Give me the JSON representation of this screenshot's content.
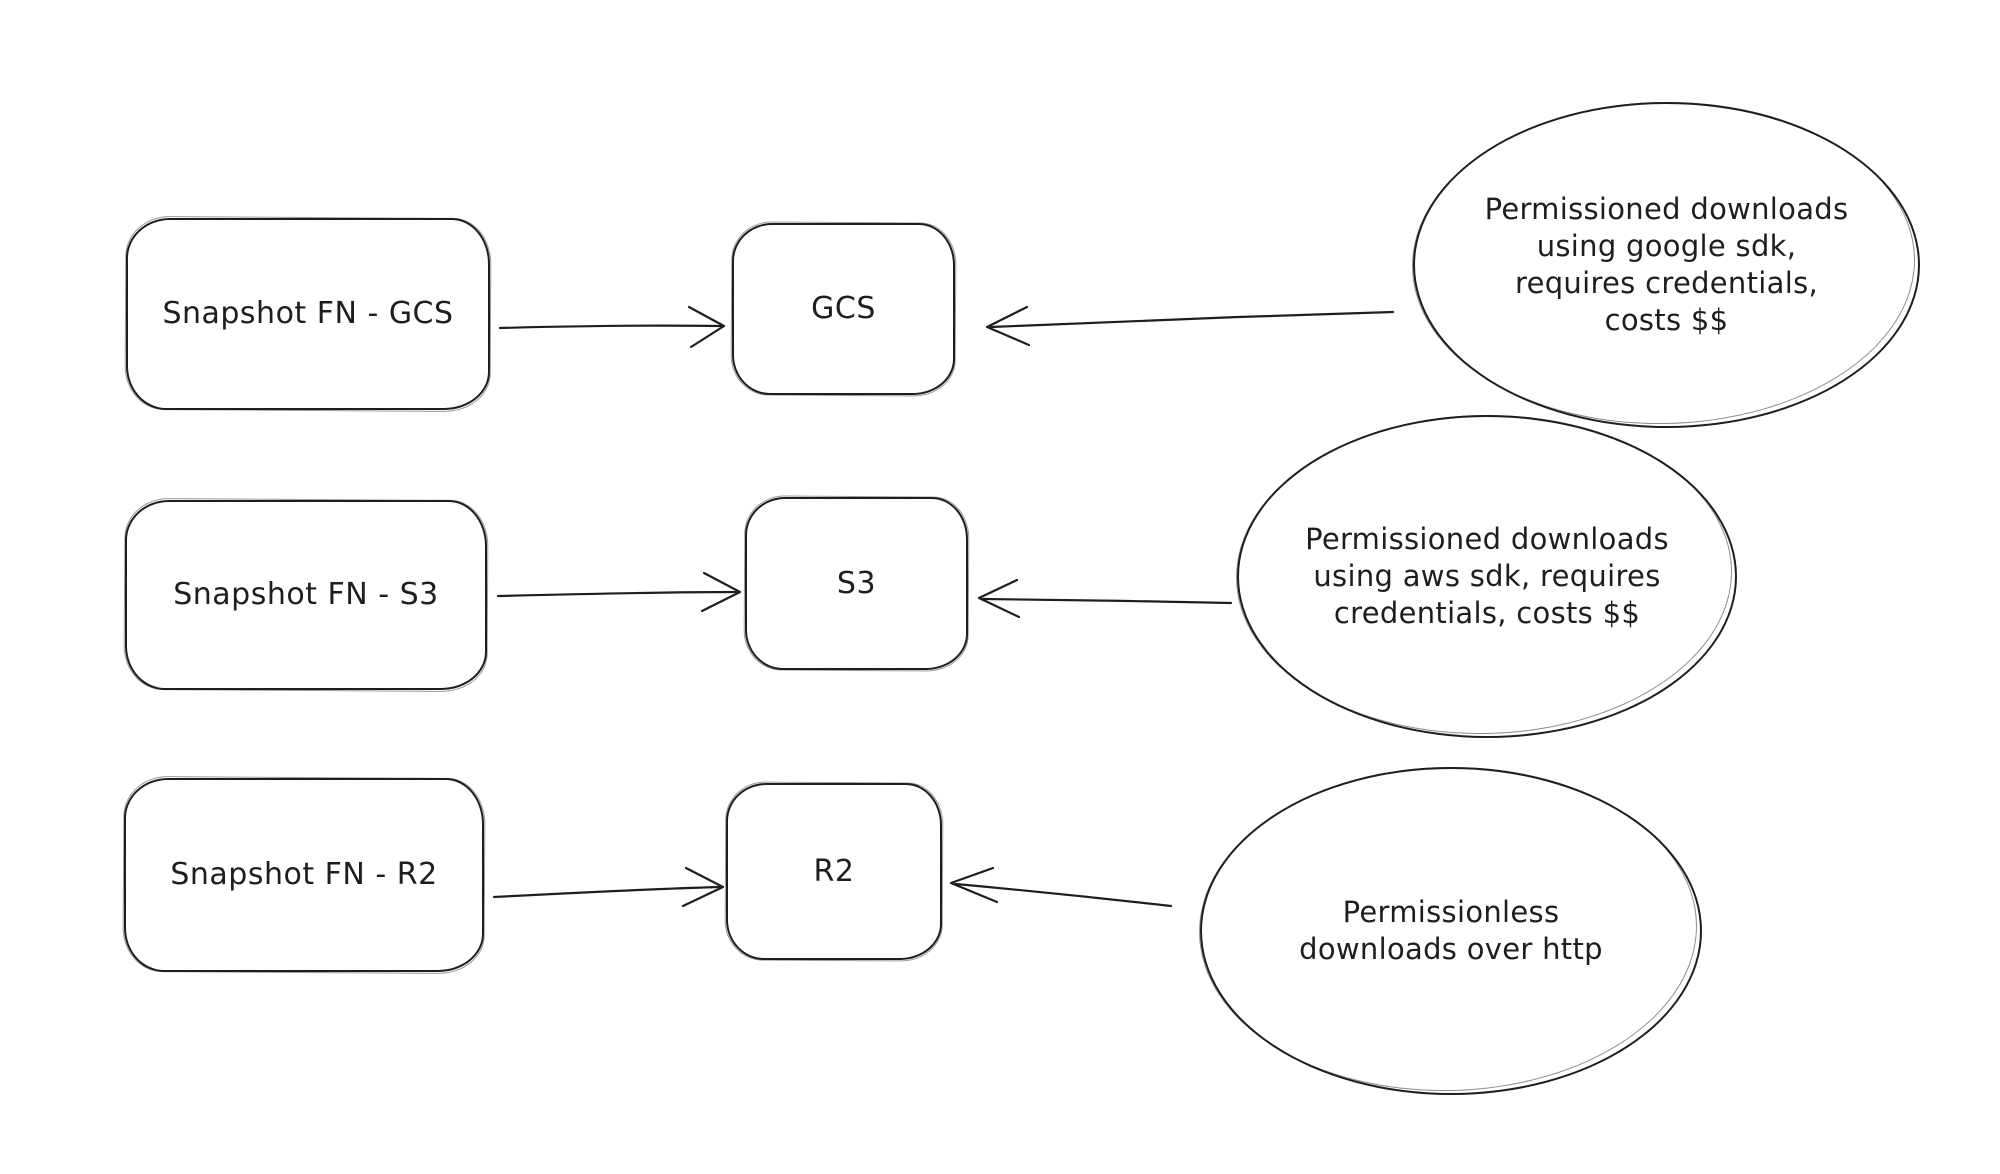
{
  "canvas": {
    "background": "#ffffff",
    "stroke_color": "#1e1e1e",
    "text_color": "#1e1e1e",
    "style": "hand-drawn whiteboard diagram"
  },
  "rows": [
    {
      "source": {
        "label": "Snapshot FN - GCS"
      },
      "target": {
        "label": "GCS"
      },
      "note": {
        "text": "Permissioned downloads\nusing google sdk,\nrequires credentials,\ncosts $$"
      }
    },
    {
      "source": {
        "label": "Snapshot FN - S3"
      },
      "target": {
        "label": "S3"
      },
      "note": {
        "text": "Permissioned downloads\nusing aws sdk, requires\ncredentials, costs $$"
      }
    },
    {
      "source": {
        "label": "Snapshot FN - R2"
      },
      "target": {
        "label": "R2"
      },
      "note": {
        "text": "Permissionless\ndownloads over http"
      }
    }
  ]
}
